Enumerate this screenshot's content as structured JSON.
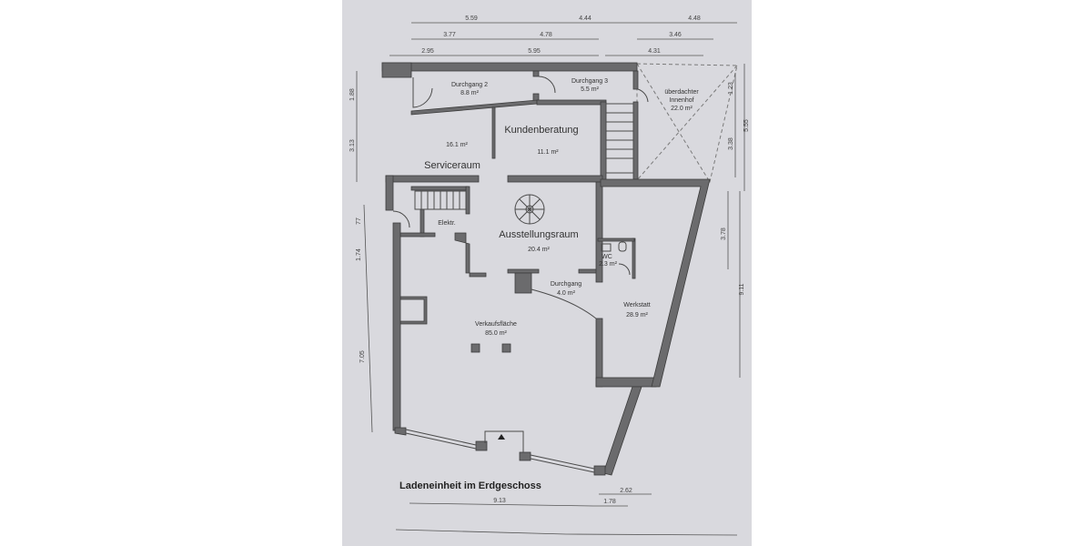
{
  "plan": {
    "title": "Ladeneinheit im Erdgeschoss",
    "rooms": [
      {
        "name": "Durchgang 2",
        "area": "8.8 m²"
      },
      {
        "name": "Durchgang 3",
        "area": "5.5 m²"
      },
      {
        "name": "überdachter",
        "name2": "Innenhof",
        "area": "22.0 m²"
      },
      {
        "name": "Kundenberatung",
        "area": "11.1 m²"
      },
      {
        "name": "Serviceraum",
        "area": "16.1 m²"
      },
      {
        "name": "Elektr."
      },
      {
        "name": "Ausstellungsraum",
        "area": "20.4 m²"
      },
      {
        "name": "WC",
        "area": "2.3 m²"
      },
      {
        "name": "Durchgang",
        "area": "4.0 m²"
      },
      {
        "name": "Werkstatt",
        "area": "28.9 m²"
      },
      {
        "name": "Verkaufsfläche",
        "area": "85.0 m²"
      }
    ],
    "dimensions": {
      "top_row1": [
        "5.59",
        "4.44",
        "4.48"
      ],
      "top_row2": [
        "3.77",
        "4.78",
        "3.46"
      ],
      "top_row3": [
        "2.95",
        "5.95",
        "4.31"
      ],
      "left": [
        "1.88",
        "3.13",
        "77",
        "1.74",
        "7.05"
      ],
      "right": [
        "1.23",
        "3.38",
        "5.55",
        "3.78",
        "9.11"
      ],
      "bottom": [
        "2.62",
        "9.13",
        "1.78"
      ]
    },
    "colors": {
      "paper": "#d9d9de",
      "wall": "#6b6b6d"
    }
  }
}
